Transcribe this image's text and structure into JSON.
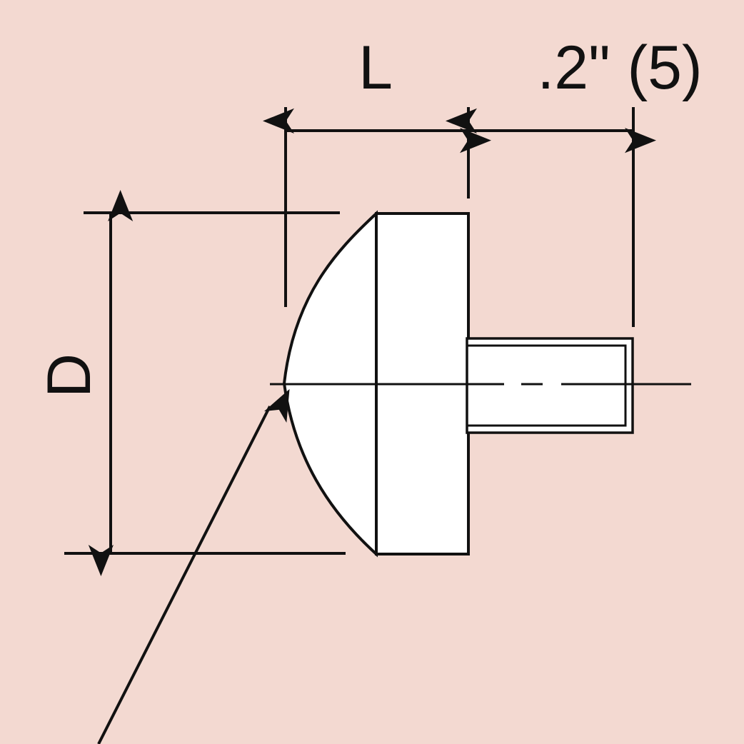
{
  "colors": {
    "background": "#f3d9d1",
    "line": "#111111",
    "part_fill": "#ffffff"
  },
  "labels": {
    "length": "L",
    "thread_length": ".2\" (5)",
    "diameter": "D"
  }
}
